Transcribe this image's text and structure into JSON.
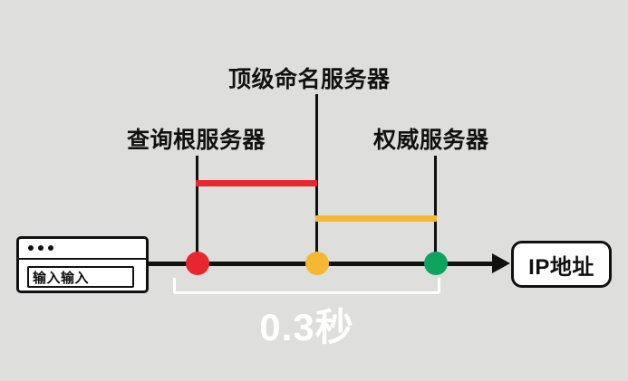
{
  "diagram": {
    "title_labels": {
      "root_server": "查询根服务器",
      "top_level_server": "顶级命名服务器",
      "authoritative_server": "权威服务器"
    },
    "browser": {
      "address_value": "输入输入",
      "address_placeholder": "输入输入",
      "dots_count": 3
    },
    "result": {
      "label": "IP地址"
    },
    "duration": {
      "value": "0.3秒"
    },
    "nodes": [
      {
        "name": "root-server-node",
        "color": "#e8262f"
      },
      {
        "name": "top-level-server-node",
        "color": "#f5b731"
      },
      {
        "name": "authoritative-server-node",
        "color": "#0fa360"
      }
    ],
    "spans": [
      {
        "name": "root-to-tld-span",
        "color": "#e8262f"
      },
      {
        "name": "tld-to-authoritative-span",
        "color": "#f5b731"
      }
    ],
    "colors": {
      "background": "#dededc",
      "ink": "#111111",
      "white": "#ffffff",
      "red": "#e8262f",
      "yellow": "#f5b731",
      "green": "#0fa360"
    }
  }
}
